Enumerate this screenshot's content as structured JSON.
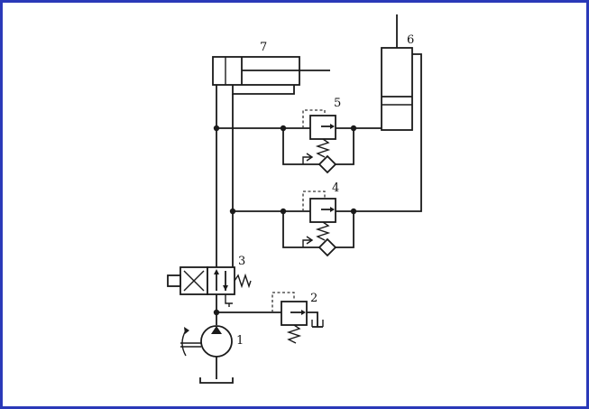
{
  "diagram": {
    "labels": {
      "pump": "1",
      "relief_valve": "2",
      "directional_valve": "3",
      "sequence_valve_lower": "4",
      "sequence_valve_upper": "5",
      "vertical_cylinder": "6",
      "horizontal_cylinder": "7"
    }
  },
  "colors": {
    "frame": "#2a39b8",
    "lines": "#1a1a1a",
    "background": "#ffffff"
  }
}
